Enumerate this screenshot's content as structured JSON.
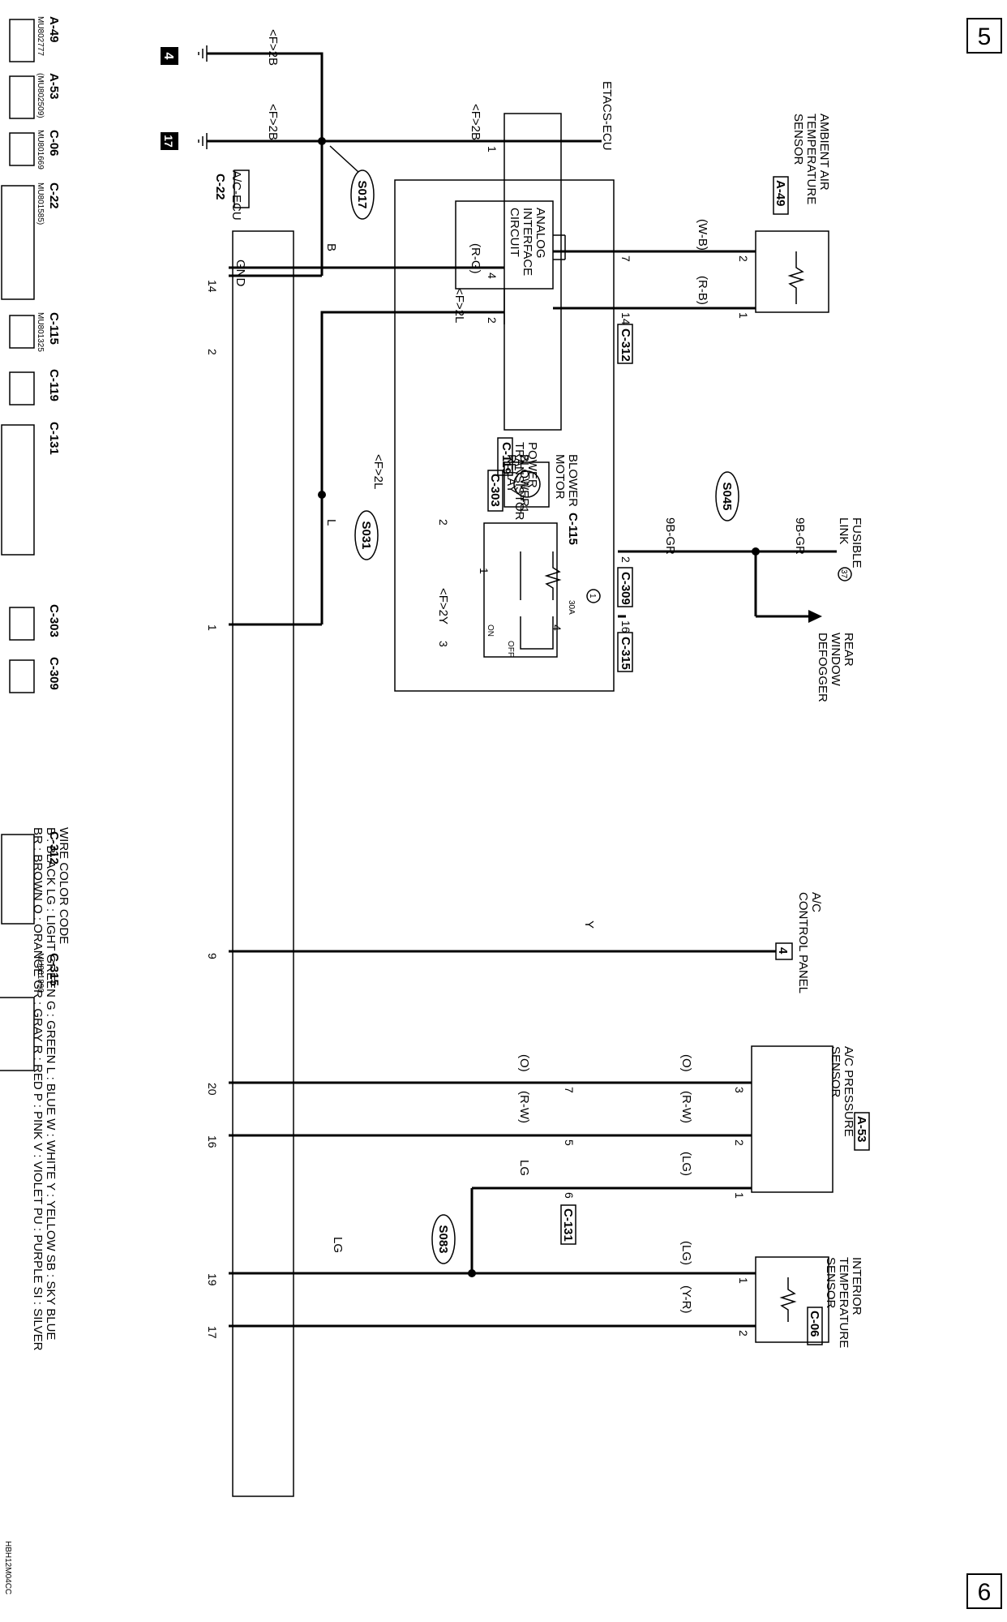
{
  "pages": {
    "top": "5",
    "bottom": "6"
  },
  "doc_code": "HBH12M04CC",
  "ground_top": "4",
  "ground_bottom": "17",
  "components": {
    "ambient_sensor": [
      "AMBIENT AIR",
      "TEMPERATURE",
      "SENSOR"
    ],
    "ambient_sensor_conn": "A-49",
    "etacs": "ETACS-ECU",
    "analog": [
      "ANALOG",
      "INTERFACE",
      "CIRCUIT"
    ],
    "fusible": [
      "FUSIBLE",
      "LINK"
    ],
    "fusible_num": "37",
    "rear_defogger": [
      "REAR",
      "WINDOW",
      "DEFOGGER"
    ],
    "blower_relay": [
      "BLOWER",
      "RELAY"
    ],
    "blower_relay_conn": "C-303",
    "power_transistor": [
      "POWER",
      "TRANSISTOR"
    ],
    "power_transistor_conn": "C-119",
    "blower_motor": [
      "BLOWER",
      "MOTOR"
    ],
    "blower_motor_conn": "C-115",
    "ac_ecu": "A/C-ECU",
    "ac_ecu_conn": "C-22",
    "ac_panel": [
      "A/C",
      "CONTROL PANEL"
    ],
    "ac_panel_num": "4",
    "ac_pressure": [
      "A/C PRESSURE",
      "SENSOR"
    ],
    "ac_pressure_conn": "A-53",
    "interior_sensor": [
      "INTERIOR",
      "TEMPERATURE",
      "SENSOR"
    ],
    "interior_sensor_conn": "C-06"
  },
  "wires": {
    "f2b": "<F>2B",
    "f2l": "<F>2L",
    "f2y": "<F>2Y",
    "b": "B",
    "rg": "(R-G)",
    "l": "L",
    "wb": "(W-B)",
    "rb": "(R-B)",
    "gr9b": "9B-GR",
    "y": "Y",
    "o": "(O)",
    "rw": "(R-W)",
    "lg_p": "(LG)",
    "lg": "LG",
    "yr": "(Y-R)"
  },
  "splices": [
    "S017",
    "S045",
    "S031",
    "S083"
  ],
  "relay": {
    "fuse": "30A",
    "on": "ON",
    "off": "OFF",
    "fuse_num": "1"
  },
  "ecu_pins": {
    "gnd": "GND",
    "p14": "14",
    "p2": "2",
    "p1": "1",
    "p9": "9",
    "p20": "20",
    "p16": "16",
    "p19": "19",
    "p17": "17"
  },
  "conn_tags": {
    "c312": "C-312",
    "c309": "C-309",
    "c315": "C-315",
    "c131": "C-131"
  },
  "pins": {
    "amb2": "2",
    "amb1": "1",
    "etacs7": "7",
    "etacs14": "14",
    "etacs2": "2",
    "etacs16": "16",
    "pt1": "1",
    "pt4": "4",
    "pt2": "2",
    "relay1": "1",
    "relay2": "2",
    "relay3": "3",
    "relay4": "4",
    "bm1": "1",
    "bm2": "2",
    "aps3": "3",
    "aps2": "2",
    "aps1": "1",
    "c131_7": "7",
    "c131_5": "5",
    "c131_6": "6",
    "its1": "1",
    "its2": "2"
  },
  "connector_table": [
    {
      "id": "A-49",
      "part": "MU802777"
    },
    {
      "id": "A-53",
      "part": "(MU802509)"
    },
    {
      "id": "C-06",
      "part": "MU801669"
    },
    {
      "id": "C-22",
      "part": "MU801585)"
    },
    {
      "id": "C-115",
      "part": "MU801325"
    },
    {
      "id": "C-119",
      "part": ""
    },
    {
      "id": "C-131",
      "part": ""
    },
    {
      "id": "C-303",
      "part": ""
    },
    {
      "id": "C-309",
      "part": ""
    },
    {
      "id": "C-312",
      "part": ""
    },
    {
      "id": "C-315",
      "part": "MU801890"
    }
  ],
  "color_code": {
    "title": "WIRE COLOR CODE",
    "line1": "B : BLACK   LG : LIGHT GREEN   G : GREEN   L : BLUE   W : WHITE   Y : YELLOW   SB : SKY BLUE",
    "line2": "BR : BROWN   O : ORANGE   GR : GRAY   R : RED   P : PINK   V : VIOLET   PU : PURPLE   SI : SILVER"
  }
}
